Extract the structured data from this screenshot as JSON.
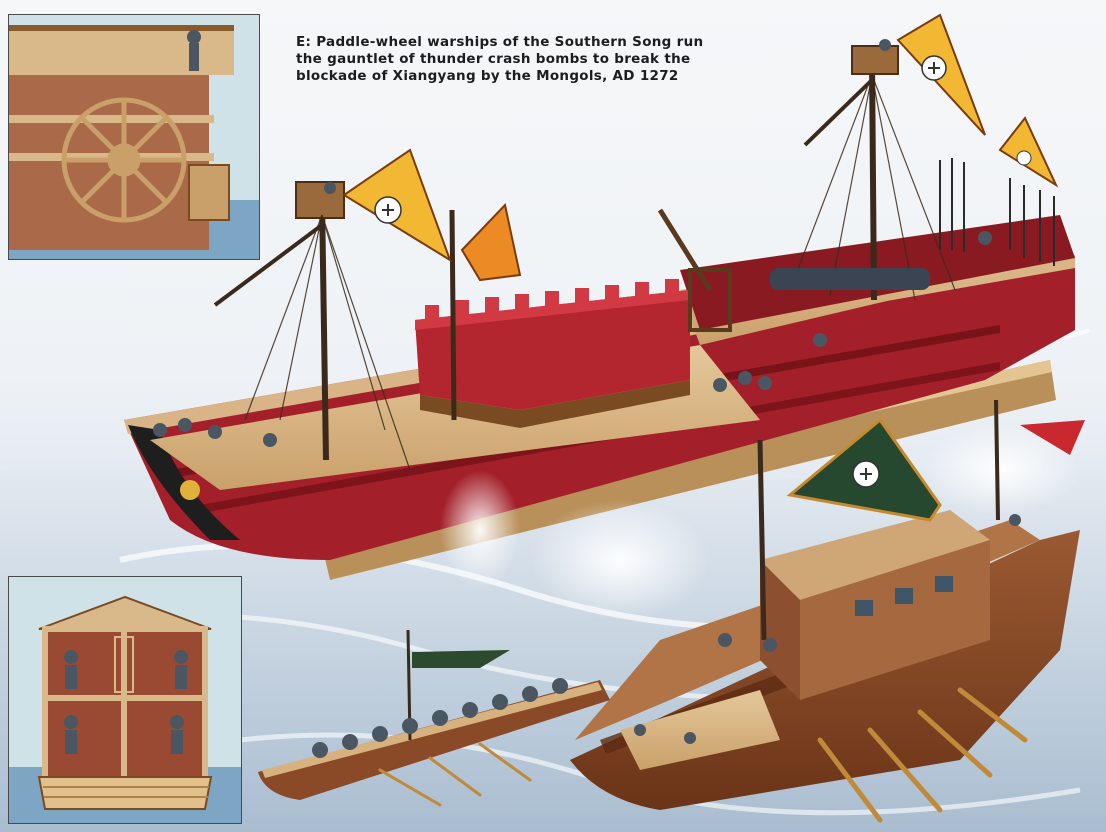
{
  "caption": {
    "line1": "E: Paddle-wheel warships of the Southern Song run",
    "line2": "the gauntlet of thunder crash bombs to break the",
    "line3": "blockade of Xiangyang by the Mongols, AD 1272"
  },
  "colors": {
    "hull_red": "#a3202a",
    "deck_wood": "#d9b889",
    "hull_brown": "#8a4a28",
    "flag_yellow": "#f2b833",
    "flag_green": "#25482e",
    "water": "#b9cad9"
  },
  "icons": {
    "flag_emblem": "circle-emblem"
  }
}
